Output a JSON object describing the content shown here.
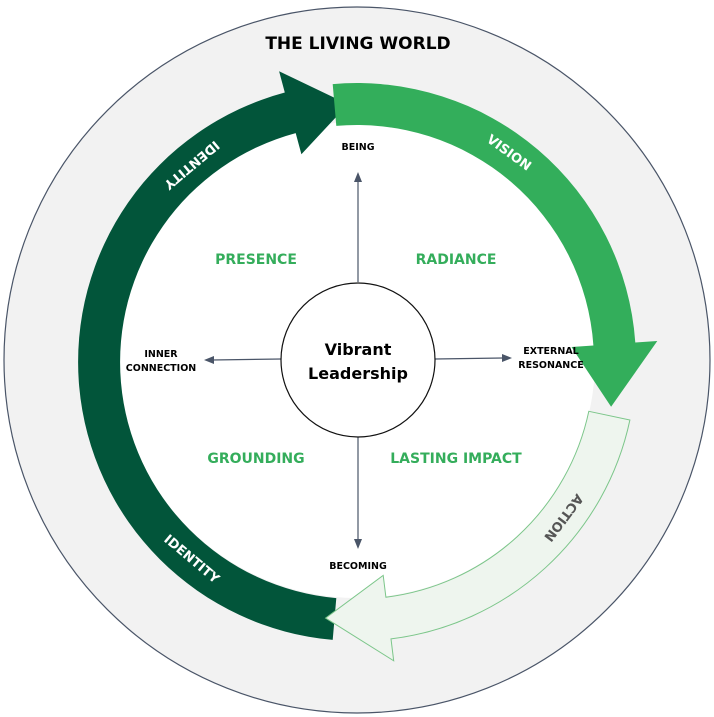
{
  "title": "THE LIVING WORLD",
  "center": {
    "line1": "Vibrant",
    "line2": "Leadership"
  },
  "axes": {
    "top": "BEING",
    "bottom": "BECOMING",
    "left_line1": "INNER",
    "left_line2": "CONNECTION",
    "right_line1": "EXTERNAL",
    "right_line2": "RESONANCE"
  },
  "quadrants": {
    "top_left": "PRESENCE",
    "top_right": "RADIANCE",
    "bottom_left": "GROUNDING",
    "bottom_right": "LASTING IMPACT"
  },
  "cycle": [
    {
      "label": "IDENTITY",
      "segment": "upper-left",
      "color": "#02553a",
      "text_color": "#ffffff"
    },
    {
      "label": "VISION",
      "segment": "upper-right",
      "color": "#33ae5b",
      "text_color": "#ffffff"
    },
    {
      "label": "ACTION",
      "segment": "lower-right",
      "color": "#eef5ee",
      "text_color": "#555555"
    },
    {
      "label": "IDENTITY",
      "segment": "lower-left",
      "color": "#02553a",
      "text_color": "#ffffff"
    }
  ],
  "colors": {
    "outer_ring": "#f2f2f2",
    "outer_stroke": "#4a5568",
    "dark_green": "#02553a",
    "mid_green": "#33ae5b",
    "light_green_fill": "#eef5ee",
    "light_green_stroke": "#7cc68a",
    "quad_label": "#34ad5b",
    "axis_arrow": "#4a5568"
  }
}
